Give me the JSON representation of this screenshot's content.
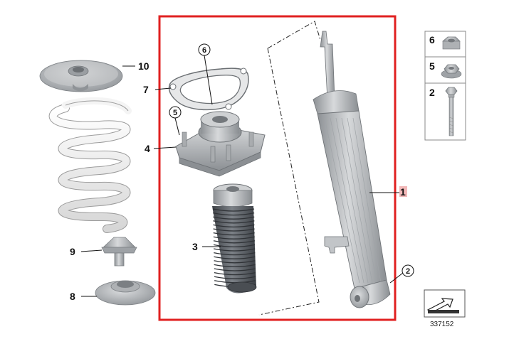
{
  "callouts": {
    "c1": "1",
    "c2": "2",
    "c3": "3",
    "c4": "4",
    "c5": "5",
    "c6": "6",
    "c7": "7",
    "c8": "8",
    "c9": "9",
    "c10": "10"
  },
  "legend": {
    "item6": "6",
    "item5": "5",
    "item2": "2"
  },
  "document_number": "337152",
  "colors": {
    "highlight_frame": "#e02020",
    "callout_1_highlight": "#f2b8b8",
    "metal": "#b9bcbf",
    "metal_dark": "#8e9296",
    "boot": "#5c6066",
    "spring": "#f2f2f2"
  },
  "icons": {
    "orientation": "direction-arrow-icon"
  }
}
